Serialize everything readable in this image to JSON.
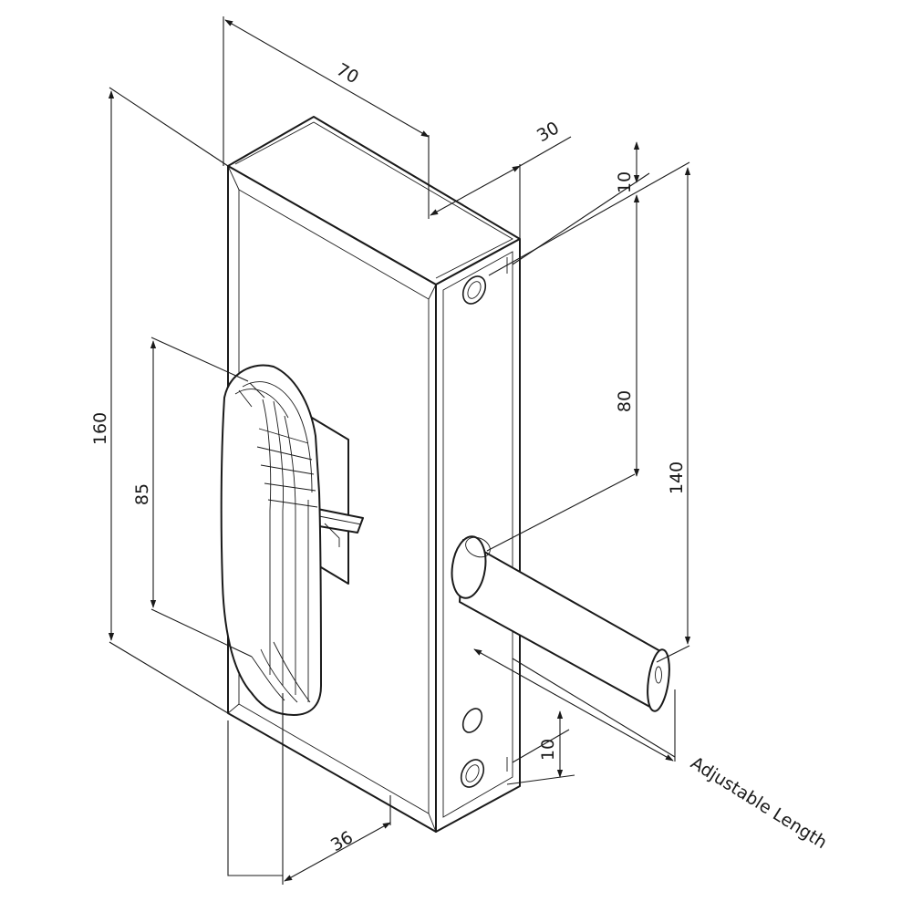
{
  "diagram": {
    "dimensions": {
      "width": "70",
      "depth": "30",
      "height": "160",
      "handle_span": "85",
      "top_offset": "10",
      "hole_spacing": "80",
      "bolt_height": "140",
      "bottom_offset": "10",
      "handle_offset": "36",
      "bolt_length": "Adjustable Length"
    },
    "colors": {
      "line": "#1a1a1a",
      "background": "#ffffff"
    }
  }
}
